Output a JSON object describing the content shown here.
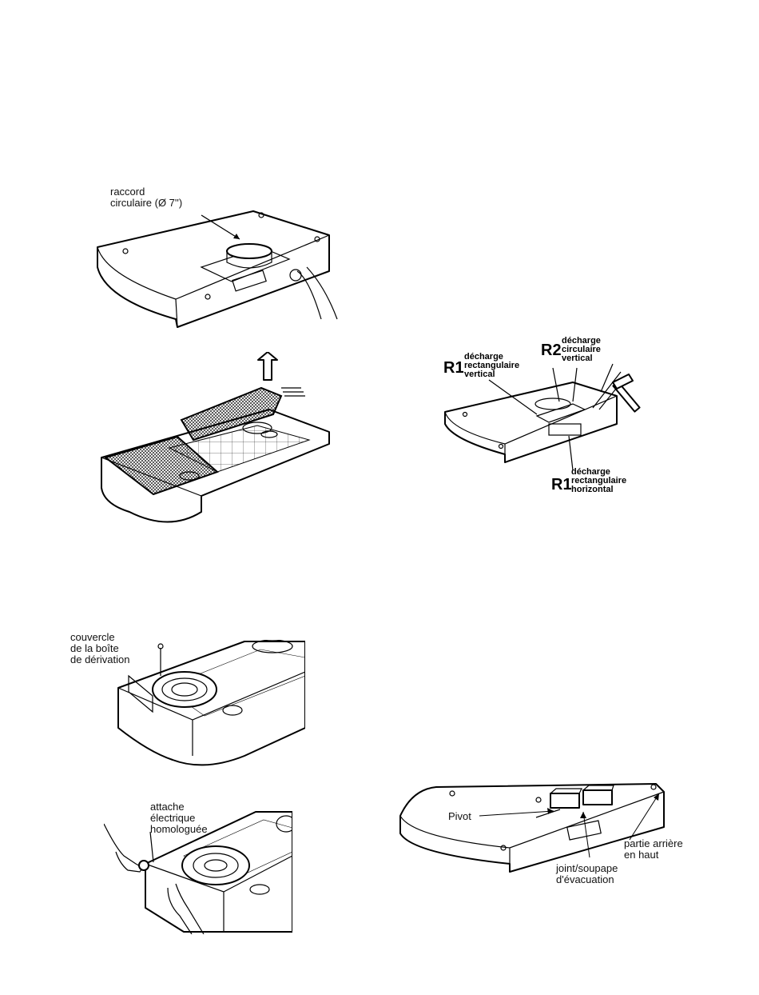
{
  "figure1": {
    "label": "raccord\ncirculaire (Ø 7'')"
  },
  "figure2": {
    "label": ""
  },
  "figure3": {
    "r1_top_code": "R1",
    "r1_top_text": "décharge\nrectangulaire\nvertical",
    "r2_code": "R2",
    "r2_text": "décharge\ncirculaire\nvertical",
    "r1_bottom_code": "R1",
    "r1_bottom_text": "décharge\nrectangulaire\nhorizontal"
  },
  "figure4": {
    "label": "couvercle\nde la boîte\nde dérivation"
  },
  "figure5": {
    "label": "attache\nélectrique\nhomologuée"
  },
  "figure6": {
    "pivot": "Pivot",
    "gasket": "joint/soupape\nd'évacuation",
    "rear": "partie arrière\nen haut"
  }
}
